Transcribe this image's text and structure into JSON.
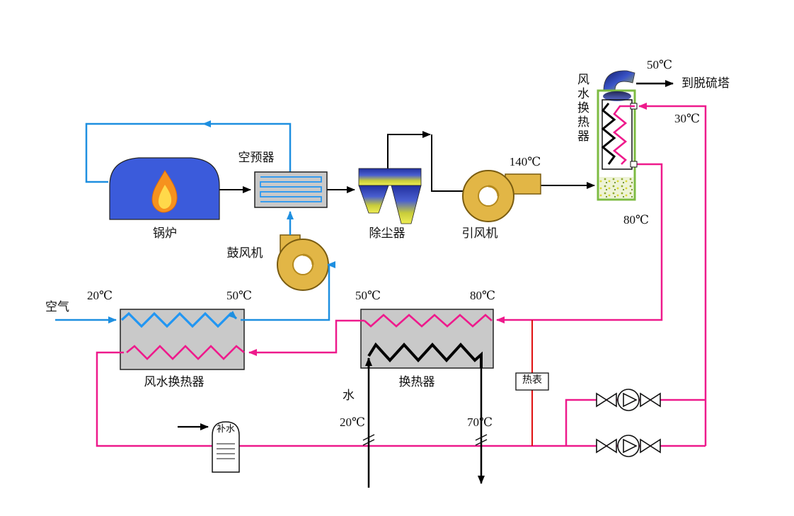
{
  "labels": {
    "air": "空气",
    "boiler": "锅炉",
    "preheater": "空预器",
    "dust": "除尘器",
    "induced_fan": "引风机",
    "blower": "鼓风机",
    "air_water_hx": "风水换热器",
    "flue_hx": "风水换热器",
    "heat_exchanger": "换热器",
    "heat_meter": "热表",
    "makeup": "补水",
    "water": "水",
    "to_tower": "到脱硫塔"
  },
  "temps": {
    "air_in": "20℃",
    "air_out": "50℃",
    "loop_mid": "50℃",
    "loop_supply_hx": "80℃",
    "flue_fan": "140℃",
    "stack_out": "50℃",
    "loop_return": "30℃",
    "loop_supply": "80℃",
    "tap_in": "20℃",
    "tap_out": "70℃"
  },
  "colors": {
    "flue_line": "#000000",
    "air_line": "#1E8FE0",
    "hot_water_line": "#EE1A8C",
    "meter_line": "#E01010",
    "fan_fill": "#E2B646",
    "box_fill": "#C9C9C9",
    "boiler_fill": "#3B5BDB",
    "flue_hx_border": "#7DBB42"
  }
}
